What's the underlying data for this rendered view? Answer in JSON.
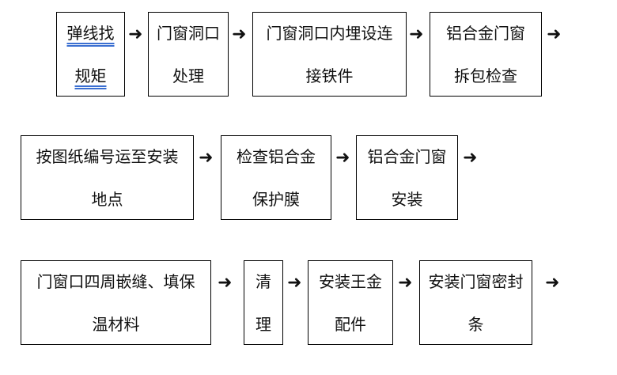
{
  "steps": [
    {
      "line1": "弹线找",
      "line2": "规矩"
    },
    {
      "line1": "门窗洞口",
      "line2": "处理"
    },
    {
      "line1": "门窗洞口内埋设连",
      "line2": "接铁件"
    },
    {
      "line1": "铝合金门窗",
      "line2": "拆包检查"
    },
    {
      "line1": "按图纸编号运至安装",
      "line2": "地点"
    },
    {
      "line1": "检查铝合金",
      "line2": "保护膜"
    },
    {
      "line1": "铝合金门窗",
      "line2": "安装"
    },
    {
      "line1": "门窗口四周嵌缝、填保",
      "line2": "温材料"
    },
    {
      "line1": "清",
      "line2": "理"
    },
    {
      "line1": "安装王金",
      "line2": "配件"
    },
    {
      "line1": "安装门窗密封",
      "line2": "条"
    }
  ],
  "arrow_glyph": "➜"
}
